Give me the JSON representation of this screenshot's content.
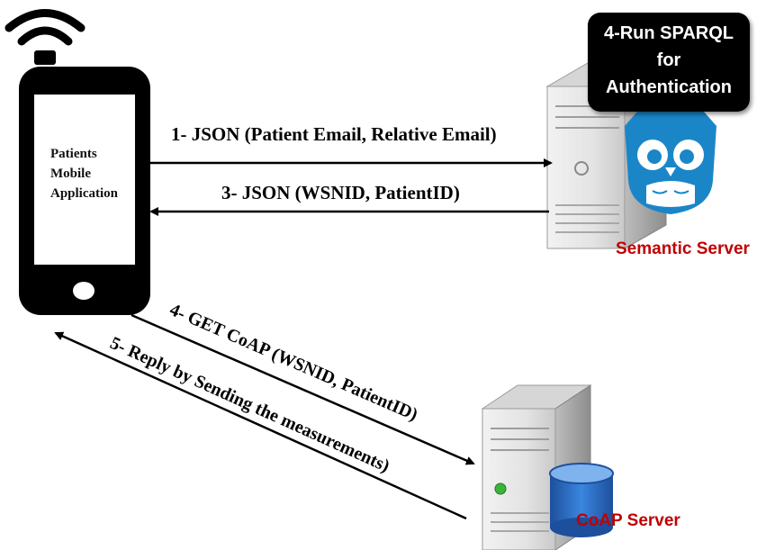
{
  "phone": {
    "label_lines": [
      "Patients",
      "Mobile",
      "Application"
    ]
  },
  "semantic_server": {
    "label": "Semantic Server",
    "callout_lines": [
      "4-Run SPARQL",
      "for",
      "Authentication"
    ]
  },
  "coap_server": {
    "label": "CoAP Server"
  },
  "messages": {
    "m1": "1- JSON (Patient Email, Relative Email)",
    "m3": "3- JSON (WSNID, PatientID)",
    "m4": "4- GET CoAP (WSNID, PatientID)",
    "m5": "5- Reply by Sending the measurements)"
  },
  "colors": {
    "server_label": "#c00000",
    "owl_blue": "#1a86c8",
    "db_blue": "#2e6fc4"
  }
}
